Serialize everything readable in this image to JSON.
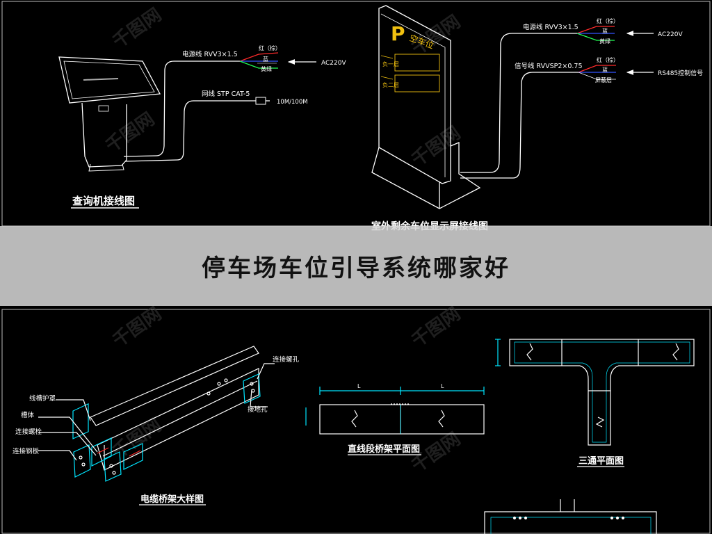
{
  "banner": {
    "title": "停车场车位引导系统哪家好"
  },
  "watermark": {
    "text": "千图网"
  },
  "kiosk": {
    "title": "查询机接线图",
    "power_cable": "电源线 RVV3×1.5",
    "power_wires": [
      "红（棕）",
      "蓝",
      "黄绿"
    ],
    "power_source": "AC220V",
    "network_cable": "网线 STP CAT-5",
    "network_speed": "10M/100M"
  },
  "display": {
    "title": "室外剩余车位显示屏接线图",
    "header": "空车位",
    "rows": [
      "负一层",
      "负二层"
    ],
    "power_cable": "电源线 RVV3×1.5",
    "power_wires": [
      "红（棕）",
      "蓝",
      "黄绿"
    ],
    "power_source": "AC220V",
    "signal_cable": "信号线 RVVSP2×0.75",
    "signal_wires": [
      "红（棕）",
      "蓝",
      "屏蔽层"
    ],
    "signal_source": "RS485控制信号"
  },
  "tray": {
    "title": "电缆桥架大样图",
    "labels": [
      "线槽护罩",
      "槽体",
      "连接螺栓",
      "连接钢板",
      "连接螺孔",
      "接地孔"
    ]
  },
  "straight": {
    "title": "直线段桥架平面图",
    "dim": "L"
  },
  "tee": {
    "title": "三通平面图"
  },
  "colors": {
    "line": "#ffffff",
    "cyan": "#00e5ff",
    "red": "#ff2a2a",
    "blue": "#3355ff",
    "green": "#22ff55",
    "yellow": "#f0c010"
  }
}
